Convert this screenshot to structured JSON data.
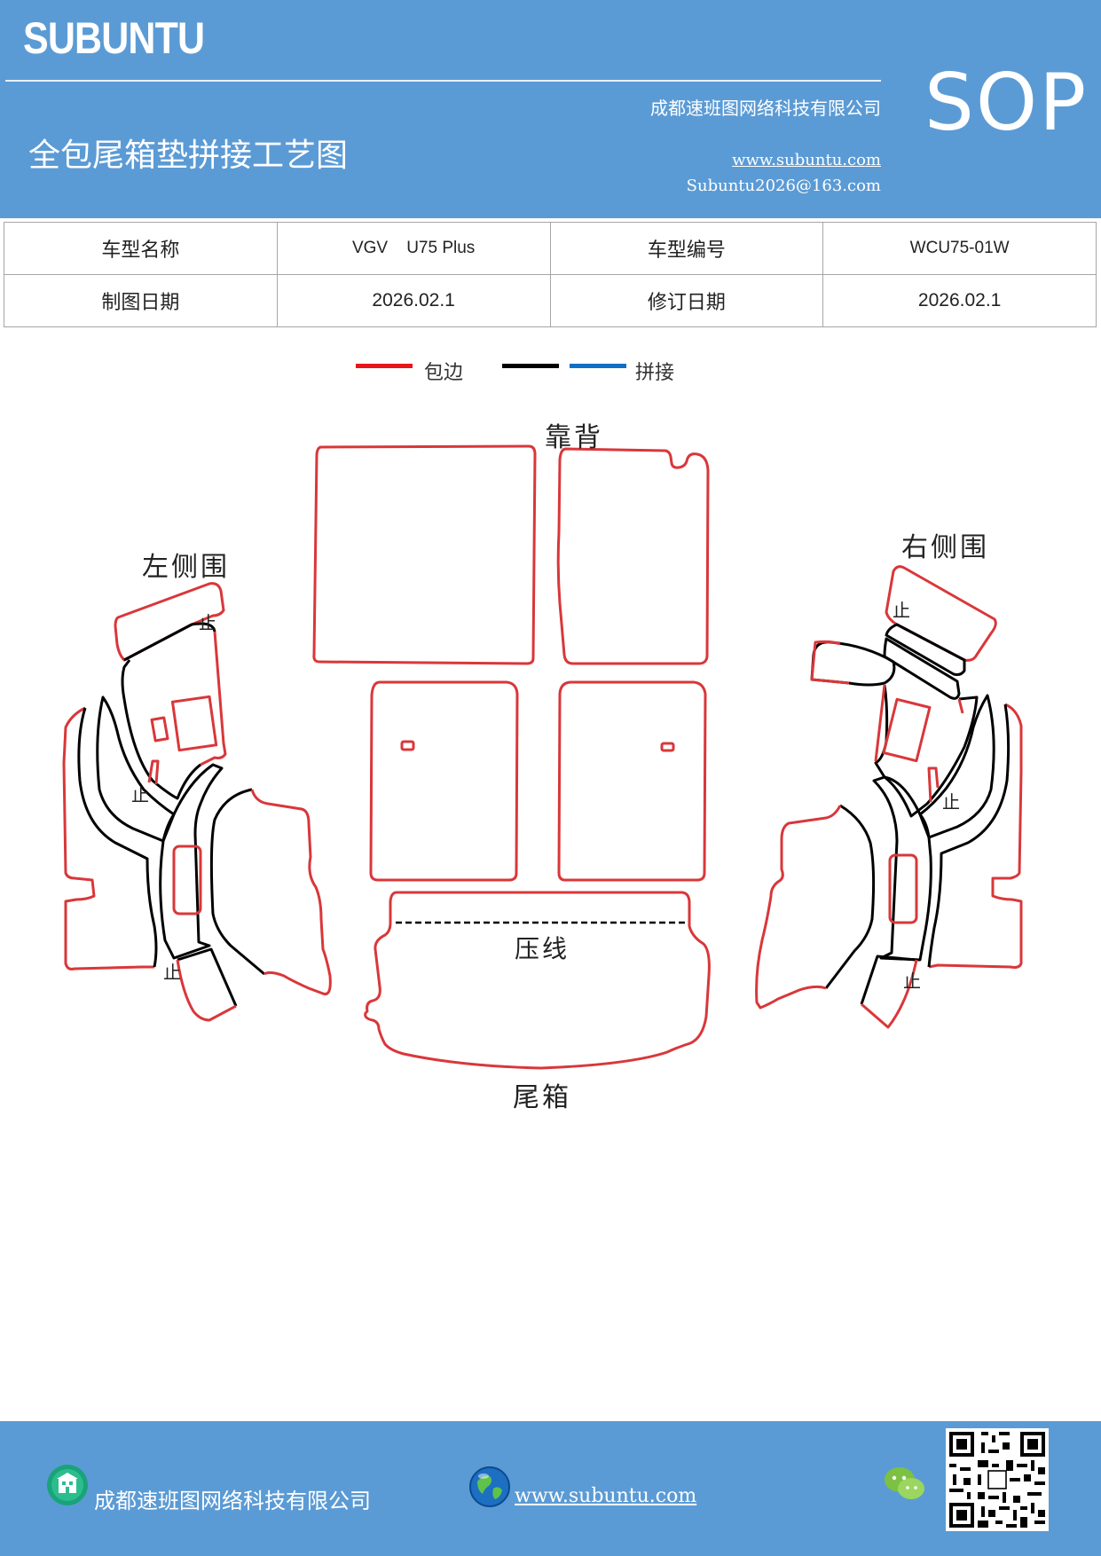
{
  "header": {
    "brand": "SUBUNTU",
    "sop": "SOP",
    "company": "成都速班图网络科技有限公司",
    "title": "全包尾箱垫拼接工艺图",
    "website": "www.subuntu.com",
    "email": "Subuntu2026@163.com"
  },
  "info": {
    "model_name_label": "车型名称",
    "model_name_value": "VGV    U75 Plus",
    "model_code_label": "车型编号",
    "model_code_value": "WCU75-01W",
    "draw_date_label": "制图日期",
    "draw_date_value": "2026.02.1",
    "revise_date_label": "修订日期",
    "revise_date_value": "2026.02.1"
  },
  "legend": {
    "edge_label": "包边",
    "seam_label": "拼接",
    "colors": {
      "edge": "#e8151b",
      "black": "#000000",
      "seam": "#0f6fc6"
    }
  },
  "diagram": {
    "backrest": "靠背",
    "left_side": "左侧围",
    "right_side": "右侧围",
    "crease": "压线",
    "trunk": "尾箱",
    "stop": "止"
  },
  "footer": {
    "company": "成都速班图网络科技有限公司",
    "website": "www.subuntu.com"
  },
  "colors": {
    "header_bg": "#5b9bd5",
    "outline_red": "#d9373a"
  }
}
